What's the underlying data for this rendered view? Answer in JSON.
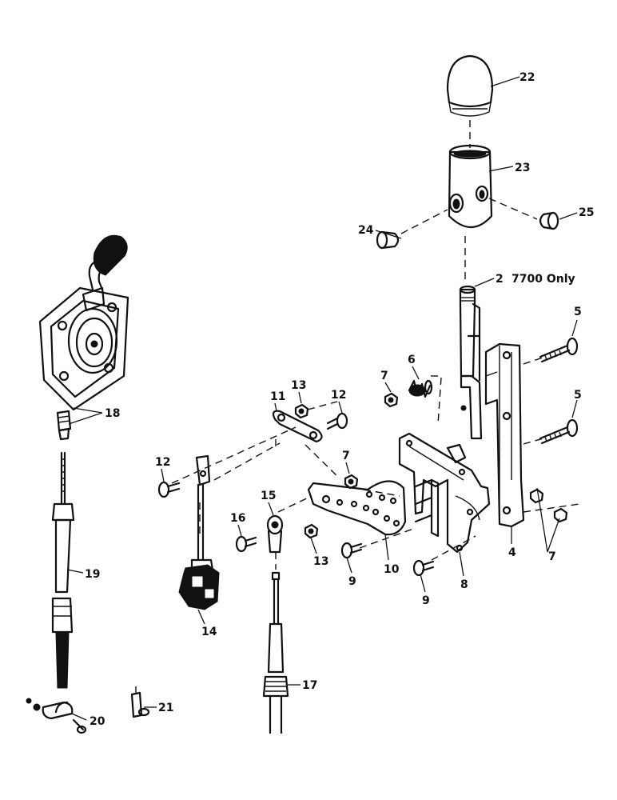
{
  "callouts": {
    "c22": "22",
    "c23": "23",
    "c24": "24",
    "c25": "25",
    "c2": "2",
    "c2note": "7700 Only",
    "c5a": "5",
    "c5b": "5",
    "c6": "6",
    "c7a": "7",
    "c7b": "7",
    "c7c": "7",
    "c11": "11",
    "c12a": "12",
    "c12b": "12",
    "c13a": "13",
    "c13b": "13",
    "c14": "14",
    "c15": "15",
    "c16": "16",
    "c17": "17",
    "c18": "18",
    "c19": "19",
    "c20": "20",
    "c21": "21",
    "c4": "4",
    "c8": "8",
    "c9a": "9",
    "c9b": "9",
    "c10": "10"
  }
}
